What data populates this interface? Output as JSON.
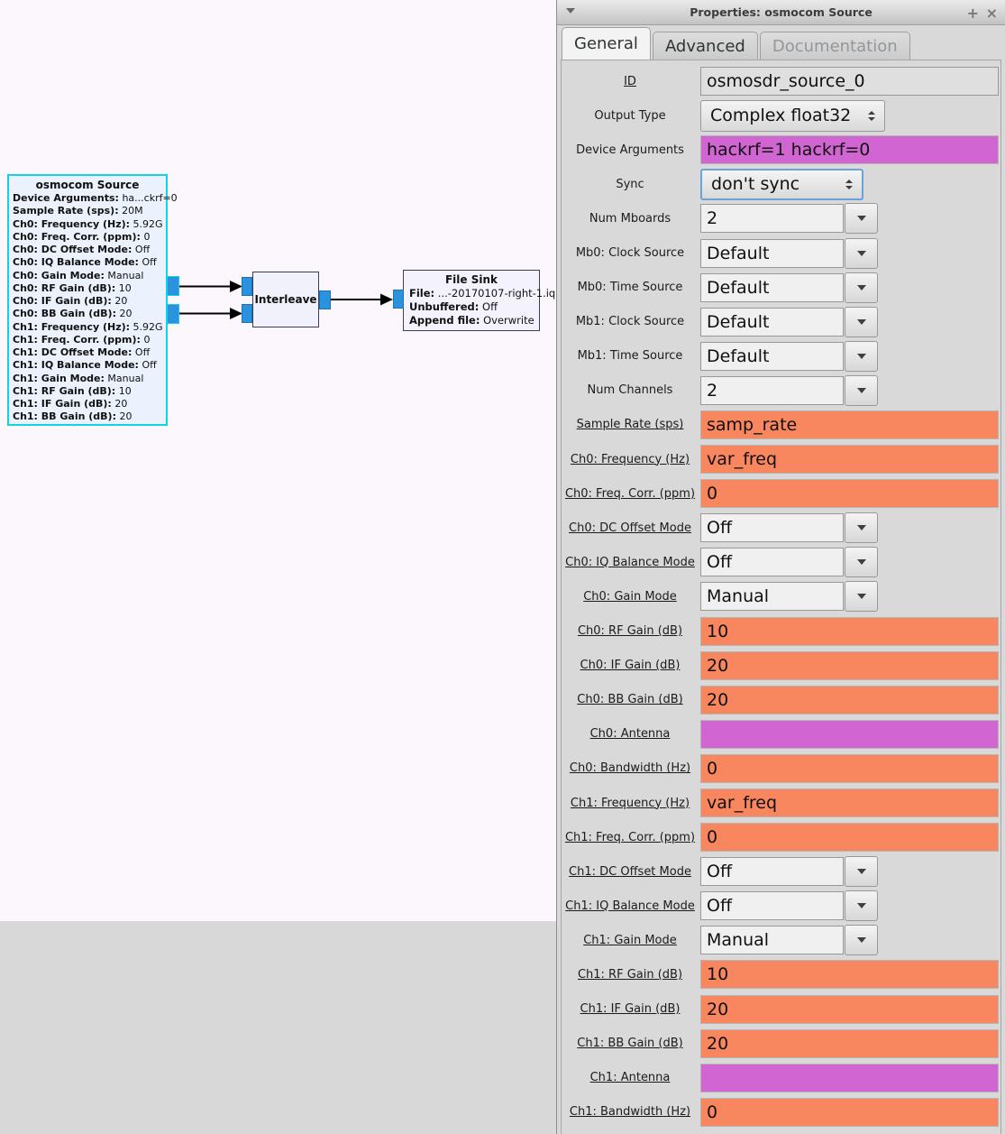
{
  "window": {
    "title": "Properties: osmocom Source",
    "controls": {
      "shade": "▾",
      "add": "+",
      "close": "×"
    },
    "tabs": [
      {
        "label": "General",
        "active": true,
        "disabled": false
      },
      {
        "label": "Advanced",
        "active": false,
        "disabled": false
      },
      {
        "label": "Documentation",
        "active": false,
        "disabled": true
      }
    ]
  },
  "colors": {
    "param_raw_orange": "#F8865F",
    "param_string_magenta": "#D165D1",
    "port_blue": "#2B93DE",
    "selected_cyan": "#11D3E6",
    "dialog_bg": "#D9D9D9",
    "canvas_bg": "#FCF7FD"
  },
  "fields": [
    {
      "label": "ID",
      "type": "entry",
      "value": "osmosdr_source_0",
      "color": "",
      "underlined": true
    },
    {
      "label": "Output Type",
      "type": "combo_spin",
      "value": "Complex float32",
      "focused": false,
      "underlined": false
    },
    {
      "label": "Device Arguments",
      "type": "entry",
      "value": "hackrf=1 hackrf=0",
      "color": "magenta",
      "underlined": false
    },
    {
      "label": "Sync",
      "type": "combo_spin",
      "value": "don't sync",
      "focused": true,
      "underlined": false
    },
    {
      "label": "Num Mboards",
      "type": "combo_entry",
      "value": "2",
      "underlined": false
    },
    {
      "label": "Mb0: Clock Source",
      "type": "combo_entry",
      "value": "Default",
      "underlined": false
    },
    {
      "label": "Mb0: Time Source",
      "type": "combo_entry",
      "value": "Default",
      "underlined": false
    },
    {
      "label": "Mb1: Clock Source",
      "type": "combo_entry",
      "value": "Default",
      "underlined": false
    },
    {
      "label": "Mb1: Time Source",
      "type": "combo_entry",
      "value": "Default",
      "underlined": false
    },
    {
      "label": "Num Channels",
      "type": "combo_entry",
      "value": "2",
      "underlined": false
    },
    {
      "label": "Sample Rate (sps)",
      "type": "entry",
      "value": "samp_rate",
      "color": "orange",
      "underlined": true
    },
    {
      "label": "Ch0: Frequency (Hz)",
      "type": "entry",
      "value": "var_freq",
      "color": "orange",
      "underlined": true
    },
    {
      "label": "Ch0: Freq. Corr. (ppm)",
      "type": "entry",
      "value": "0",
      "color": "orange",
      "underlined": true
    },
    {
      "label": "Ch0: DC Offset Mode",
      "type": "combo_entry",
      "value": "Off",
      "underlined": true
    },
    {
      "label": "Ch0: IQ Balance Mode",
      "type": "combo_entry",
      "value": "Off",
      "underlined": true
    },
    {
      "label": "Ch0: Gain Mode",
      "type": "combo_entry",
      "value": "Manual",
      "underlined": true
    },
    {
      "label": "Ch0: RF Gain (dB)",
      "type": "entry",
      "value": "10",
      "color": "orange",
      "underlined": true
    },
    {
      "label": "Ch0: IF Gain (dB)",
      "type": "entry",
      "value": "20",
      "color": "orange",
      "underlined": true
    },
    {
      "label": "Ch0: BB Gain (dB)",
      "type": "entry",
      "value": "20",
      "color": "orange",
      "underlined": true
    },
    {
      "label": "Ch0: Antenna",
      "type": "entry",
      "value": "",
      "color": "magenta",
      "underlined": true
    },
    {
      "label": "Ch0: Bandwidth (Hz)",
      "type": "entry",
      "value": "0",
      "color": "orange",
      "underlined": true
    },
    {
      "label": "Ch1: Frequency (Hz)",
      "type": "entry",
      "value": "var_freq",
      "color": "orange",
      "underlined": true
    },
    {
      "label": "Ch1: Freq. Corr. (ppm)",
      "type": "entry",
      "value": "0",
      "color": "orange",
      "underlined": true
    },
    {
      "label": "Ch1: DC Offset Mode",
      "type": "combo_entry",
      "value": "Off",
      "underlined": true
    },
    {
      "label": "Ch1: IQ Balance Mode",
      "type": "combo_entry",
      "value": "Off",
      "underlined": true
    },
    {
      "label": "Ch1: Gain Mode",
      "type": "combo_entry",
      "value": "Manual",
      "underlined": true
    },
    {
      "label": "Ch1: RF Gain (dB)",
      "type": "entry",
      "value": "10",
      "color": "orange",
      "underlined": true
    },
    {
      "label": "Ch1: IF Gain (dB)",
      "type": "entry",
      "value": "20",
      "color": "orange",
      "underlined": true
    },
    {
      "label": "Ch1: BB Gain (dB)",
      "type": "entry",
      "value": "20",
      "color": "orange",
      "underlined": true
    },
    {
      "label": "Ch1: Antenna",
      "type": "entry",
      "value": "",
      "color": "magenta",
      "underlined": true
    },
    {
      "label": "Ch1: Bandwidth (Hz)",
      "type": "entry",
      "value": "0",
      "color": "orange",
      "underlined": true
    }
  ],
  "canvas": {
    "osmocom": {
      "title": "osmocom Source",
      "params": [
        [
          "Device Arguments:",
          "ha...ckrf=0"
        ],
        [
          "Sample Rate (sps):",
          "20M"
        ],
        [
          "Ch0: Frequency (Hz):",
          "5.92G"
        ],
        [
          "Ch0: Freq. Corr. (ppm):",
          "0"
        ],
        [
          "Ch0: DC Offset Mode:",
          "Off"
        ],
        [
          "Ch0: IQ Balance Mode:",
          "Off"
        ],
        [
          "Ch0: Gain Mode:",
          "Manual"
        ],
        [
          "Ch0: RF Gain (dB):",
          "10"
        ],
        [
          "Ch0: IF Gain (dB):",
          "20"
        ],
        [
          "Ch0: BB Gain (dB):",
          "20"
        ],
        [
          "Ch1: Frequency (Hz):",
          "5.92G"
        ],
        [
          "Ch1: Freq. Corr. (ppm):",
          "0"
        ],
        [
          "Ch1: DC Offset Mode:",
          "Off"
        ],
        [
          "Ch1: IQ Balance Mode:",
          "Off"
        ],
        [
          "Ch1: Gain Mode:",
          "Manual"
        ],
        [
          "Ch1: RF Gain (dB):",
          "10"
        ],
        [
          "Ch1: IF Gain (dB):",
          "20"
        ],
        [
          "Ch1: BB Gain (dB):",
          "20"
        ]
      ]
    },
    "interleave": {
      "title": "Interleave"
    },
    "file_sink": {
      "title": "File Sink",
      "params": [
        [
          "File:",
          "...-20170107-right-1.iq"
        ],
        [
          "Unbuffered:",
          "Off"
        ],
        [
          "Append file:",
          "Overwrite"
        ]
      ]
    }
  }
}
